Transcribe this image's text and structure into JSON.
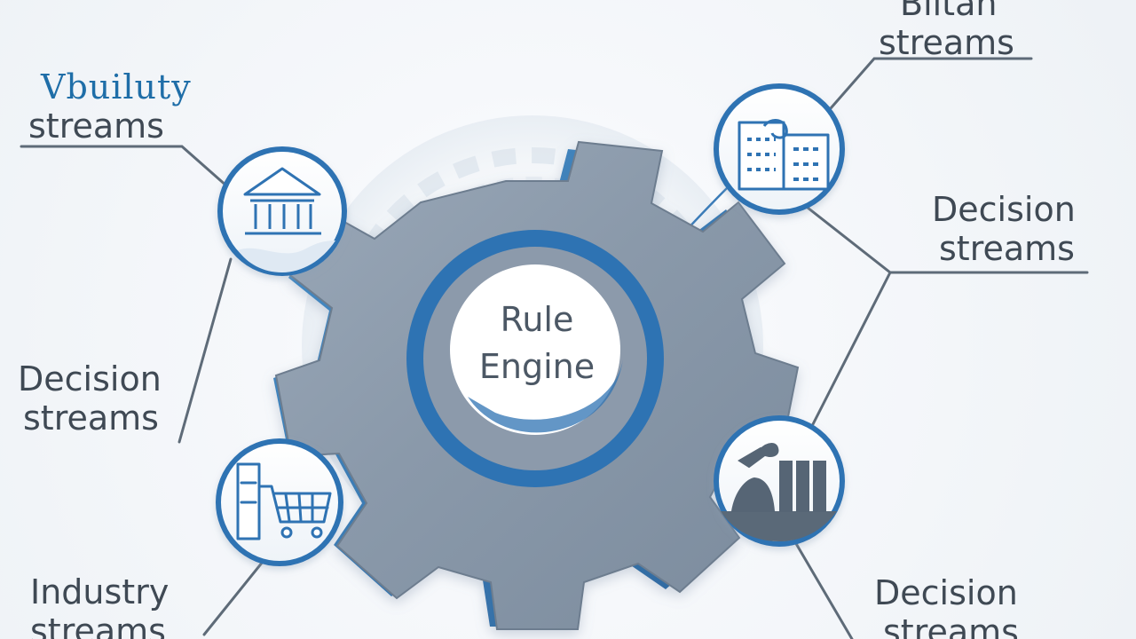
{
  "center": {
    "line1": "Rule",
    "line2": "Engine"
  },
  "labels": {
    "top_left": {
      "line1": "Vbuiluty",
      "line2": "streams"
    },
    "mid_left": {
      "line1": "Decision",
      "line2": "streams"
    },
    "bottom_left": {
      "line1": "Industry",
      "line2": "streams"
    },
    "top_right": {
      "line1": "Biltan",
      "line2": "streams"
    },
    "mid_right": {
      "line1": "Decision",
      "line2": "streams"
    },
    "bottom_right": {
      "line1": "Decision",
      "line2": "streams"
    }
  },
  "icons": {
    "top_left": "bank-building-icon",
    "bottom_left": "shopping-cart-icon",
    "top_right": "office-building-icon",
    "bottom_right": "factory-icon"
  },
  "colors": {
    "gear_blue": "#2f73b3",
    "gear_gray": "#8797a9",
    "connector": "#5e6b78",
    "accent_blue": "#2f73b3",
    "text": "#3f4954"
  }
}
